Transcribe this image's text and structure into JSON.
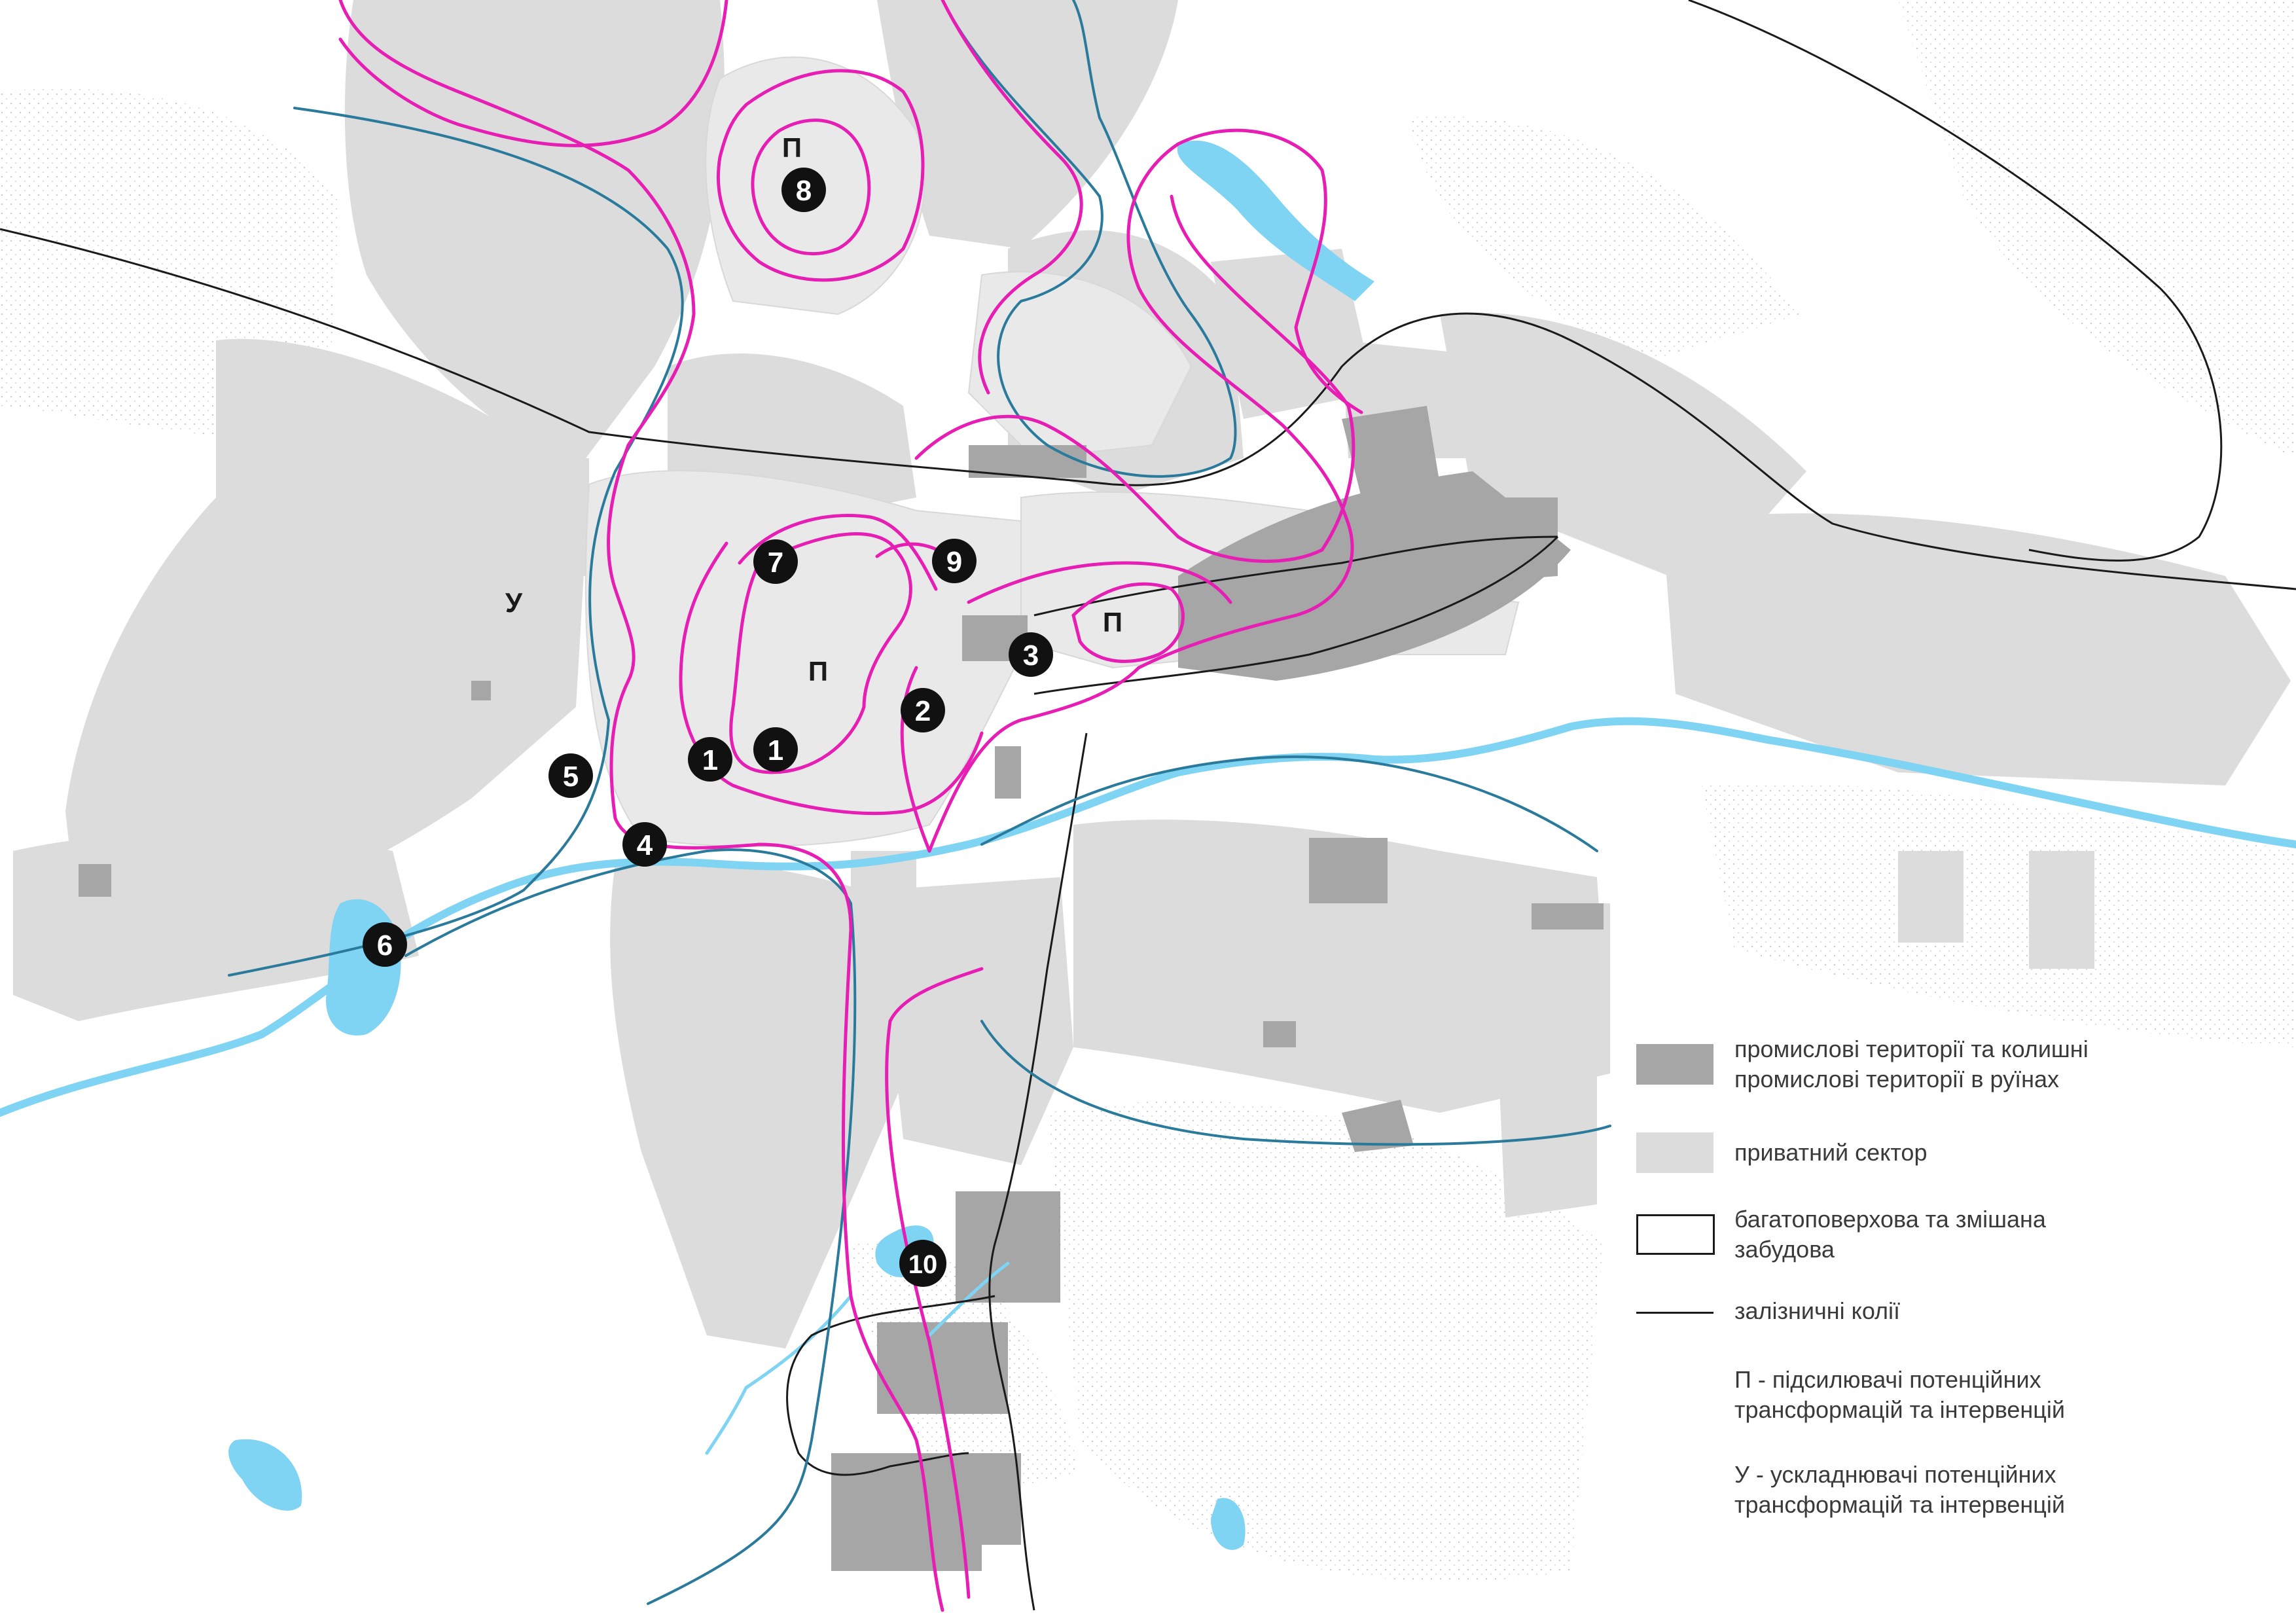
{
  "colors": {
    "industrial": "#a6a6a6",
    "private_sector": "#dcdcdc",
    "multistorey": "#e9e9e9",
    "railway": "#1a1a1a",
    "river": "#7fd3f3",
    "boundary_magenta": "#e61eb4",
    "boundary_teal": "#2a7a9c",
    "marker_fill": "#111111",
    "marker_text": "#ffffff",
    "zone_letter": "#1a1a1a"
  },
  "zone_labels": [
    "П",
    "П",
    "П",
    "У"
  ],
  "markers": [
    "1",
    "1",
    "2",
    "3",
    "4",
    "5",
    "6",
    "7",
    "8",
    "9",
    "10"
  ],
  "legend": {
    "industrial_line1": "промислові території та колишні",
    "industrial_line2": "промислові території в руїнах",
    "private": "приватний сектор",
    "mixed_line1": "багатоповерхова та змішана",
    "mixed_line2": "забудова",
    "rail": "залізничні колії",
    "p_line1": "П - підсилювачі потенційних",
    "p_line2": "трансформацій та інтервенцій",
    "u_line1": "У - ускладнювачі потенційних",
    "u_line2": "трансформацій та інтервенцій"
  }
}
